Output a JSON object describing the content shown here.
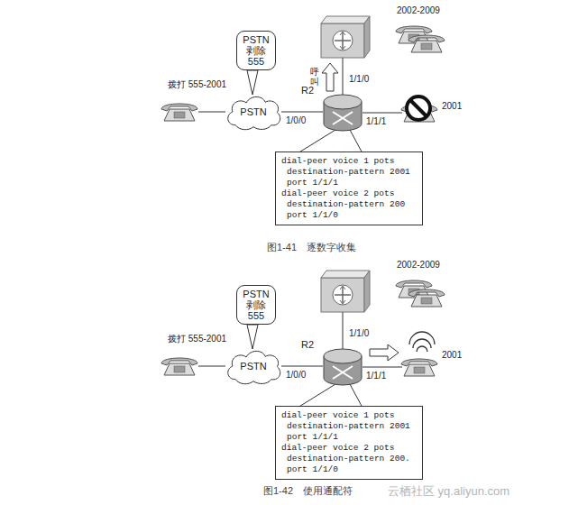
{
  "diagram": {
    "nodes": [
      {
        "text": [
          "PSTN 剥除 555"
        ]
      },
      {
        "text": [
          "PSTN"
        ]
      },
      {
        "text": [
          "R2"
        ]
      },
      {
        "text": [
          "dial-peer voice 1 pots",
          "destination-pattern 2001",
          "port 1/1/1",
          "dial-peer voice 2 pots",
          "destination-pattern 200",
          "port 1/1/0"
        ]
      },
      {
        "text": [
          "PSTN 剥除 555"
        ]
      },
      {
        "text": [
          "PSTN"
        ]
      },
      {
        "text": [
          "R2"
        ]
      },
      {
        "text": [
          "dial-peer voice 1 pots",
          "destination-pattern 2001",
          "port 1/1/1",
          "dial-peer voice 2 pots",
          "destination-pattern 200.",
          "port 1/1/0"
        ]
      }
    ],
    "edges": [
      {
        "from": 1,
        "to": 2,
        "arrow": "none"
      },
      {
        "from": 5,
        "to": 6,
        "arrow": "none"
      }
    ],
    "labels": [
      "2002-2009",
      "拨打 555-2001",
      "呼叫",
      "1/1/0",
      "1/0/0",
      "1/1/1",
      "2001",
      "图1-41　逐数字收集",
      "2002-2009",
      "拨打 555-2001",
      "1/1/0",
      "1/0/0",
      "1/1/1",
      "2001",
      "图1-42　使用通配符",
      "云栖社区 yq.aliyun.com"
    ]
  }
}
